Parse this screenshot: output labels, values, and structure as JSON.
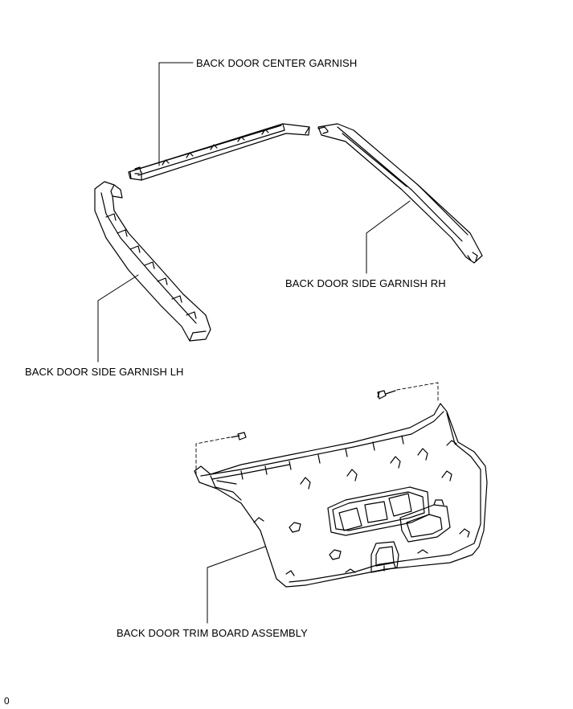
{
  "labels": {
    "center_garnish": "BACK DOOR CENTER GARNISH",
    "side_garnish_rh": "BACK DOOR SIDE GARNISH RH",
    "side_garnish_lh": "BACK DOOR SIDE GARNISH LH",
    "trim_board": "BACK DOOR TRIM BOARD ASSEMBLY"
  },
  "figure_code": "0"
}
